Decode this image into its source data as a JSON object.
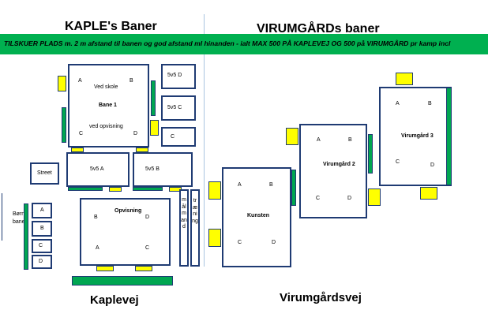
{
  "titles": {
    "left": "KAPLE's Baner",
    "right": "VIRUMGÅRDs baner"
  },
  "banner": {
    "text": "TILSKUER PLADS m. 2 m afstand til banen og god afstand ml hinanden - ialt MAX 500  PÅ KAPLEVEJ OG 500 på VIRUMGÅRD pr kamp incl",
    "color": "#00b050"
  },
  "streets": {
    "left": "Kaplevej",
    "right": "Virumgårdsvej"
  },
  "bane1": {
    "top": "Ved skole",
    "name": "Bane 1",
    "bottom": "ved opvisning",
    "a": "A",
    "b": "B",
    "c": "C",
    "d": "D"
  },
  "fields": {
    "s5d": "5v5 D",
    "s5c": "5v5 C",
    "c": "C",
    "street": "Street",
    "s5a": "5v5 A",
    "s5b": "5v5 B"
  },
  "opvisning": {
    "name": "Opvisning",
    "a": "A",
    "b": "B",
    "c": "C",
    "d": "D"
  },
  "maalmand": "målmand",
  "traening": "træning",
  "bornebane": {
    "label1": "Børn",
    "label2": "bane",
    "a": "A",
    "b": "B",
    "c": "C",
    "d": "D"
  },
  "kunsten": {
    "name": "Kunsten",
    "a": "A",
    "b": "B",
    "c": "C",
    "d": "D"
  },
  "virum2": {
    "name": "Virumgård 2",
    "a": "A",
    "b": "B",
    "c": "C",
    "d": "D"
  },
  "virum3": {
    "name": "Virumgård 3",
    "a": "A",
    "b": "B",
    "c": "C",
    "d": "D"
  },
  "colors": {
    "field_border": "#1f3b73",
    "goal": "#ffff00",
    "spectator": "#00a651"
  }
}
